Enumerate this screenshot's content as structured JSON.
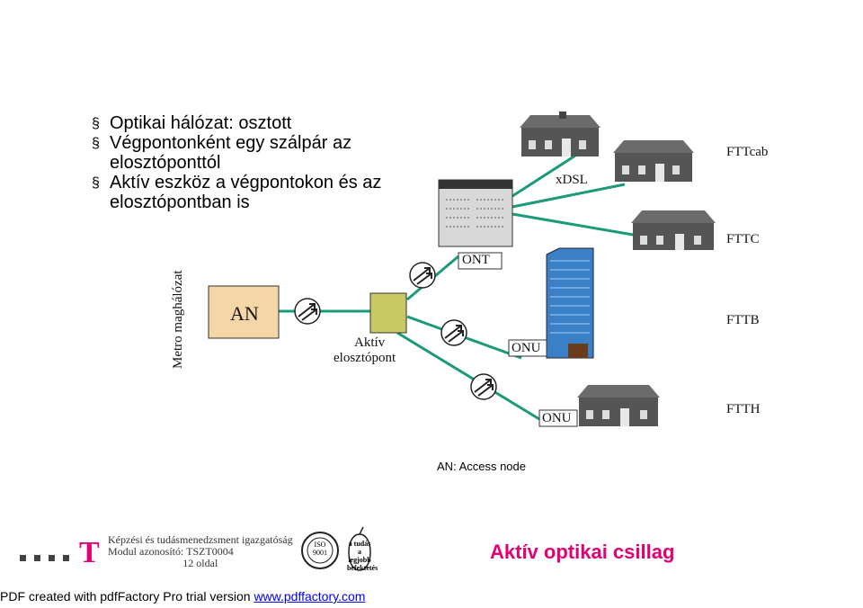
{
  "bullets": [
    {
      "text": "Optikai hálózat: osztott"
    },
    {
      "text": "Végpontonként egy szálpár az elosztóponttól"
    },
    {
      "text": "Aktív eszköz a végpontokon és az elosztópontban is"
    }
  ],
  "bullet_symbol": "§",
  "diagram": {
    "side_label": "Metro maghálózat",
    "an_label": "AN",
    "distribution_label_line1": "Aktív",
    "distribution_label_line2": "elosztópont",
    "ont_label": "ONT",
    "onu_label_building": "ONU",
    "onu_label_home": "ONU",
    "xdsl_label": "xDSL",
    "fttcab_label": "FTTcab",
    "fttc_label": "FTTC",
    "fttb_label": "FTTB",
    "ftth_label": "FTTH",
    "note": "AN: Access node",
    "colors": {
      "an_box": "#f5d6a6",
      "distribution_box": "#c8c864",
      "cabinet": "#d8d8d8",
      "building": "#3b7fc4",
      "house": "#555555",
      "roof": "#6b6b6b"
    }
  },
  "footer": {
    "org_line1": "Képzési és tudásmenedzsment igazgatóság",
    "org_line2": "Modul azonosító: TSZT0004",
    "org_line3": "12 oldal",
    "logo_letter": "T",
    "iso_line1": "ISO",
    "iso_line2": "9001",
    "apple_line1": "a tudás",
    "apple_line2": "a legjobb",
    "apple_line3": "befektetés",
    "title": "Aktív optikai csillag",
    "brand_color": "#e20074"
  },
  "pdfbar": {
    "text": "PDF created with pdfFactory Pro trial version ",
    "link": "www.pdffactory.com"
  }
}
